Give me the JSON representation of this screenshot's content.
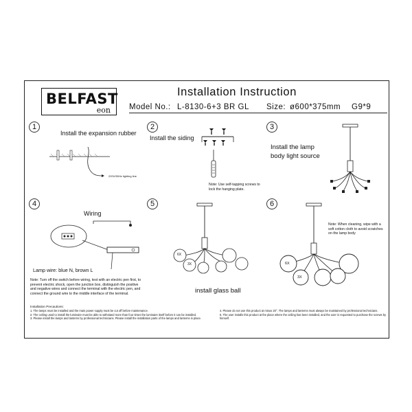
{
  "header": {
    "brand": "BELFAST",
    "brand_sub": "eon",
    "title": "Installation Instruction",
    "model_label": "Model No.:",
    "model_value": "L-8130-6+3 BR GL",
    "size_label": "Size:",
    "size_value": "ø600*375mm",
    "bulb": "G9*9"
  },
  "steps": [
    {
      "number": "1",
      "caption": "Install the expansion rubber",
      "label": "220V/50Hz lighting line"
    },
    {
      "number": "2",
      "caption": "Install the siding",
      "note": "Note: Use self-tapping screws to lock the hanging plate."
    },
    {
      "number": "3",
      "caption_line1": "Install the lamp",
      "caption_line2": "body light source"
    },
    {
      "number": "4",
      "caption": "Wiring",
      "lamp_wire": "Lamp wire: blue N, brown L",
      "note": "Note: Turn off the switch before wiring, test with an electric pen first, to prevent electric shock, open the junction box, distinguish the positive and negative wires and connect the terminal with the electric pen, and connect the ground wire to the middle interface of the terminal."
    },
    {
      "number": "5",
      "caption": "install glass ball",
      "x6": "6X",
      "x3": "3X"
    },
    {
      "number": "6",
      "note": "Note: When cleaning, wipe with a soft cotton cloth to avoid scratches on the lamp body",
      "x6": "6X",
      "x3": "3X"
    }
  ],
  "precautions": {
    "heading": "Installation Precautions:",
    "left": [
      "1. The lamps must be installed and the main power supply must be cut off before maintenance.",
      "2. The ceiling used to install the luminaire must be able to withstand more than four times the luminaire itself before it can be installed.",
      "3. Please install the lamps and lanterns by professional technicians. Please install the installation parts of the lamps and lanterns in place."
    ],
    "right": [
      "4. Please do not use this product at minus 20°. The lamps and lanterns must always be maintained by professional technicians.",
      "5. The user installs this product at the place where the ceiling has been installed, and the user is requested to purchase the screws by himself."
    ]
  }
}
